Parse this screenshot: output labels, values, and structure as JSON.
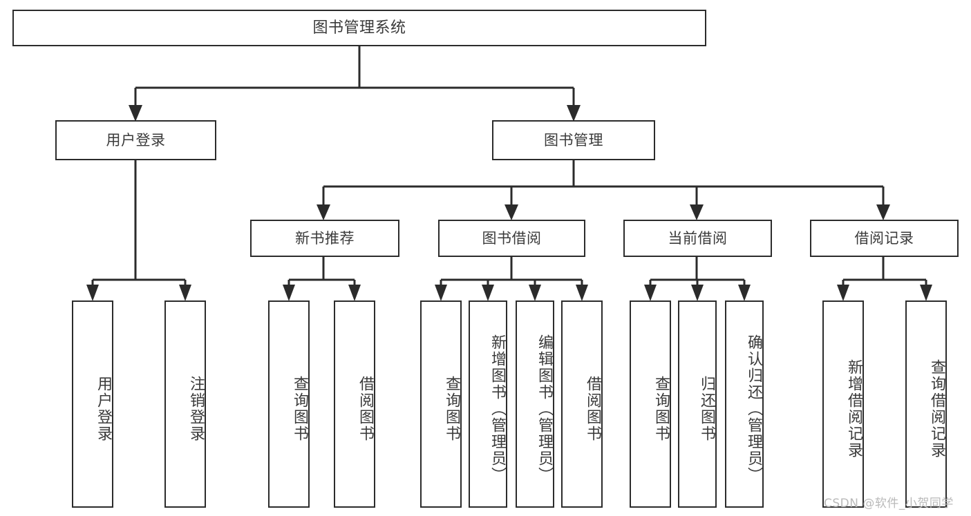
{
  "diagram": {
    "title": "图书管理系统",
    "type": "hierarchy-tree",
    "watermark": "CSDN @软件_小贺同学",
    "colors": {
      "box_border": "#2b2b2b",
      "text": "#3a3a3a",
      "background": "#ffffff",
      "connector": "#2b2b2b",
      "watermark": "#b9b9b9"
    },
    "levels": {
      "root": {
        "label": "图书管理系统"
      },
      "level2": [
        {
          "label": "用户登录"
        },
        {
          "label": "图书管理"
        }
      ],
      "level3": [
        {
          "label": "新书推荐"
        },
        {
          "label": "图书借阅"
        },
        {
          "label": "当前借阅"
        },
        {
          "label": "借阅记录"
        }
      ],
      "leaves": {
        "user_login": [
          {
            "label": "用户登录"
          },
          {
            "label": "注销登录"
          }
        ],
        "new_book_recommend": [
          {
            "label": "查询图书"
          },
          {
            "label": "借阅图书"
          }
        ],
        "book_borrow": [
          {
            "label": "查询图书"
          },
          {
            "label": "新增图书（管理员）"
          },
          {
            "label": "编辑图书（管理员）"
          },
          {
            "label": "借阅图书"
          }
        ],
        "current_borrow": [
          {
            "label": "查询图书"
          },
          {
            "label": "归还图书"
          },
          {
            "label": "确认归还（管理员）"
          }
        ],
        "borrow_record": [
          {
            "label": "新增借阅记录"
          },
          {
            "label": "查询借阅记录"
          }
        ]
      }
    }
  }
}
